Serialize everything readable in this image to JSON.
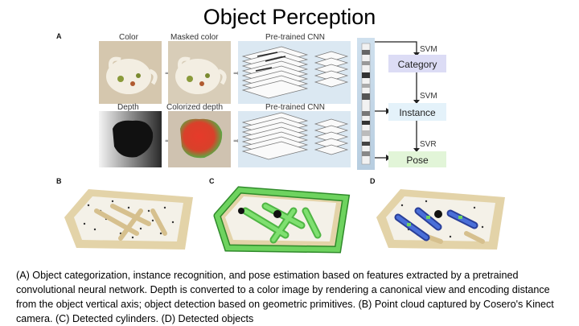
{
  "title": "Object Perception",
  "panel_a": {
    "letter": "A",
    "color_label": "Color",
    "masked_color_label": "Masked color",
    "cnn_label_top": "Pre-trained CNN",
    "depth_label": "Depth",
    "colorized_depth_label": "Colorized depth",
    "cnn_label_bottom": "Pre-trained CNN",
    "svm_top": "SVM",
    "svm_mid": "SVM",
    "svr": "SVR",
    "category": "Category",
    "instance": "Instance",
    "pose": "Pose"
  },
  "panel_b": {
    "letter": "B"
  },
  "panel_c": {
    "letter": "C"
  },
  "panel_d": {
    "letter": "D"
  },
  "caption": "(A) Object categorization, instance recognition, and pose estimation based on features extracted by a pretrained convolutional neural network. Depth is converted to a color image by rendering a canonical view and encoding distance from the object vertical axis; object detection based on geometric primitives. (B) Point cloud captured by Cosero's Kinect camera. (C) Detected cylinders. (D) Detected objects",
  "colors": {
    "category_box": "#dcdcf5",
    "instance_box": "#e4f2fa",
    "pose_box": "#e2f5d8",
    "cnn_panel": "#dbe8f2",
    "cylinder_green": "#6ed35f",
    "object_blue": "#3553b8"
  }
}
